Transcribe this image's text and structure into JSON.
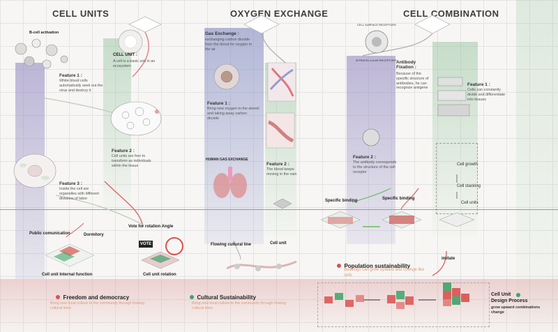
{
  "titles": {
    "cell_units": "CELL UNITS",
    "oxygen_exchange": "OXYGEN  EXCHANGE",
    "cell_combination": "CELL COMBINATION"
  },
  "cell_units": {
    "bcell_label": "B-cell activation",
    "unit_heading": "CELL UNIT :",
    "unit_text": "A cell is a basic unit in an ecosystem",
    "f1_heading": "Feature 1 :",
    "f1_text": "White blood cells automatically seek out the virus and destroy it",
    "f2_heading": "Feature 2 :",
    "f2_text": "Cell units are free to transform as individuals within the tissue",
    "f3_heading": "Feature 3 :",
    "f3_text": "Inside the cell are organelles with different divisions of labor"
  },
  "oxygen": {
    "gas_heading": "Gas Exchange :",
    "gas_text": "exchanging carbon dioxide from the blood for oxygen in the air",
    "f1_heading": "Feature 1 :",
    "f1_text": "Bring new oxygen to the alveoli and taking away carbon dioxide",
    "human_gas": "HUMAN GAS EXCHANGE",
    "f2_heading": "Feature 2 :",
    "f2_text": "The blood keeps moving in the vain"
  },
  "combination": {
    "receptors": "CELL SURFACE RECEPTORS",
    "intracellular": "INTRACELLULAR RECEPTORS",
    "ab_heading": "Antibody Fixation :",
    "ab_text": "Because of the specific structure of antibodies, he can recognize antigene",
    "f1_heading": "Feature 1 :",
    "f1_text": "Cells can constantly divide and differentiate into tissues",
    "f2_heading": "Feature 2 :",
    "f2_text": "The antibody corresponds to the structure of the cell receptor",
    "cell_growth": "Cell growth",
    "cell_stacking": "Cell stacking",
    "cell_units": "Cell units",
    "specific_binding_1": "Specific binding",
    "specific_binding_2": "Specific binding",
    "imitate": "imitate"
  },
  "bottom": {
    "public": "Public comunication",
    "dormitory": "Dormitory",
    "internal": "Cell unit Internal function",
    "vote": "Vote for rotation Angle",
    "vote_sign": "VOTE",
    "rotation": "Cell unit rotation",
    "flowing": "Flowing cultural line",
    "cell_unit": "Cell unit",
    "freedom_heading": "Freedom and democracy",
    "freedom_text": "Bring new local culture to the community through flowing cultural lines",
    "cultural_heading": "Cultural Sustainability",
    "cultural_text": "Bring new local culture to the community through flowing cultural lines",
    "population_heading": "Population sustainability",
    "population_text": "Buildings can grow upward and change like cells",
    "design_heading": "Cell Unit",
    "design_heading_2": "Design Process",
    "design_text": "grow upward combinations change"
  },
  "colors": {
    "red": "#d9534f",
    "green": "#3fa36b",
    "blue": "#8a90c8"
  }
}
